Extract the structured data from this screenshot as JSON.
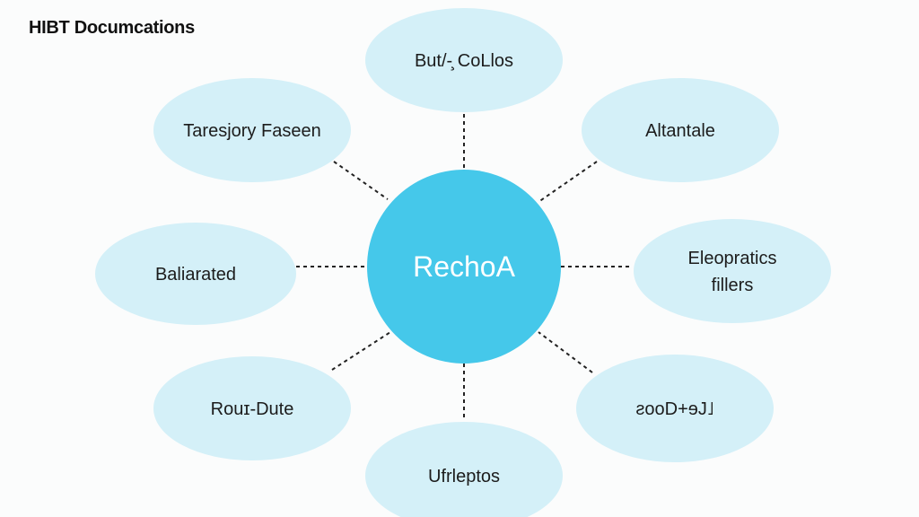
{
  "title": "HIBT Documcations",
  "colors": {
    "node_fill": "#d4f0f8",
    "center_fill": "#45c8ea",
    "connector": "#222222",
    "background": "#fbfcfc"
  },
  "center": {
    "label": "RechoA"
  },
  "nodes": [
    {
      "id": "top",
      "lines": [
        "But/-̧ CoLlos"
      ]
    },
    {
      "id": "top-left",
      "lines": [
        "Taresjory Faseen"
      ]
    },
    {
      "id": "top-right",
      "lines": [
        "Altantale"
      ]
    },
    {
      "id": "left",
      "lines": [
        "Baliarated"
      ]
    },
    {
      "id": "right",
      "lines": [
        "Eleopratics",
        "fillers"
      ]
    },
    {
      "id": "bottom-left",
      "lines": [
        "Rouɪ-Dute"
      ]
    },
    {
      "id": "bottom-right",
      "lines": [
        "ƨooD+ɘJ˩"
      ]
    },
    {
      "id": "bottom",
      "lines": [
        "Ufrleptos"
      ]
    }
  ]
}
